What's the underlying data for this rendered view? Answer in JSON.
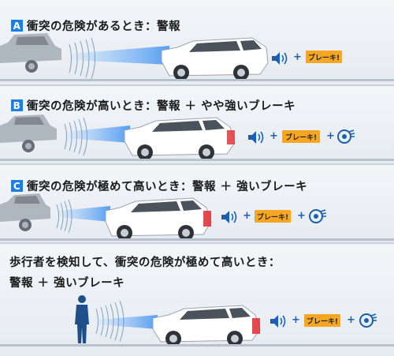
{
  "rows": [
    {
      "badge": "A",
      "title": "衝突の危険があるとき：警報",
      "brake_label": "ブレーキ!",
      "has_disc": false
    },
    {
      "badge": "B",
      "title": "衝突の危険が高いとき：警報 ＋ やや強いブレーキ",
      "brake_label": "ブレーキ!",
      "has_disc": true
    },
    {
      "badge": "C",
      "title": "衝突の危険が極めて高いとき：警報 ＋ 強いブレーキ",
      "brake_label": "ブレーキ!",
      "has_disc": true
    }
  ],
  "pedestrian": {
    "title_line1": "歩行者を検知して、衝突の危険が極めて高いとき：",
    "title_line2": "警報 ＋ 強いブレーキ",
    "brake_label": "ブレーキ!"
  },
  "plus_sign": "+",
  "icons": [
    "speaker-icon",
    "brake-disc-icon",
    "car-icon",
    "pedestrian-icon"
  ],
  "colors": {
    "badge": "#1e7fe0",
    "brake": "#f5a623",
    "beam": "#5aa9ff",
    "accent": "#1a5fb0"
  }
}
